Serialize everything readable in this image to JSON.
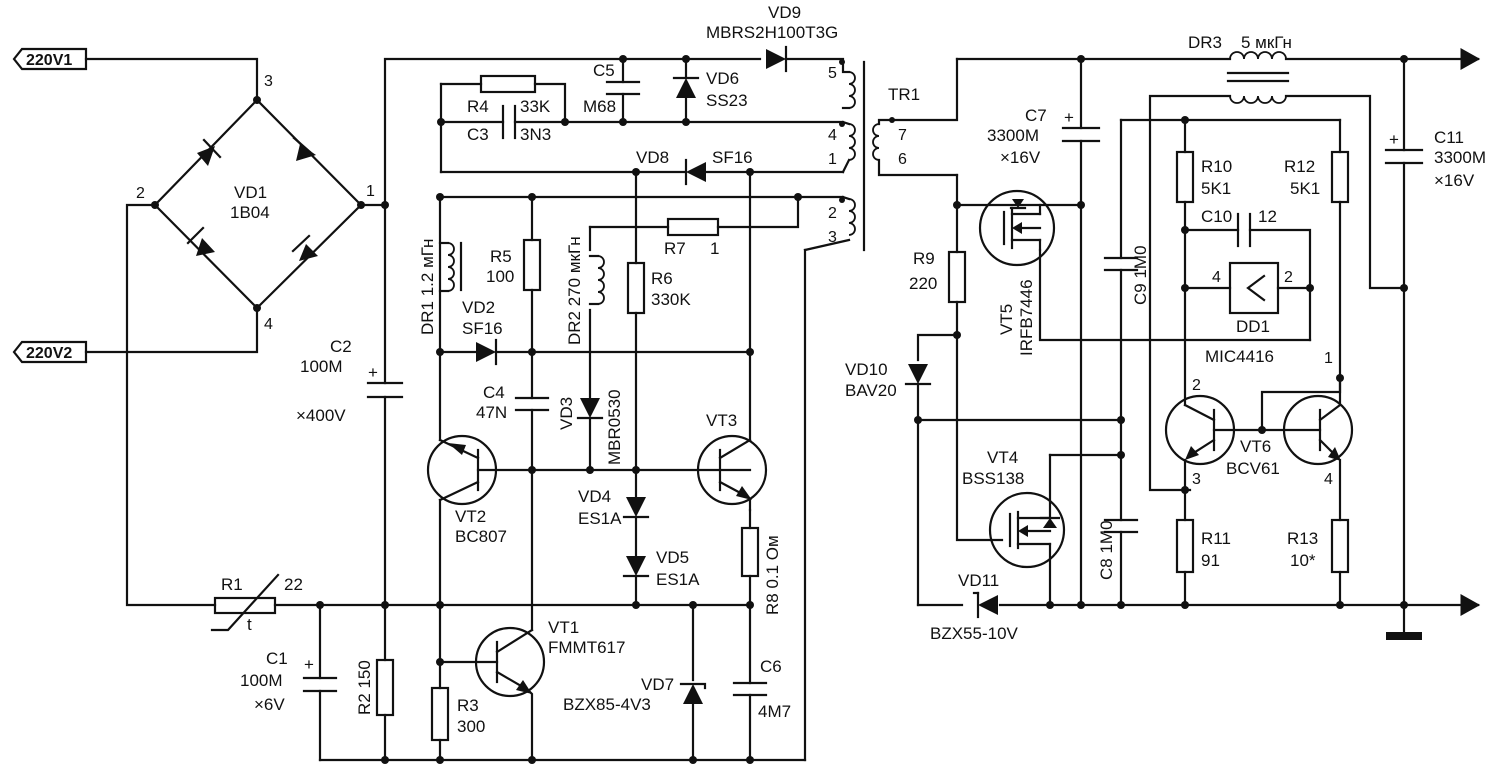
{
  "ports": {
    "in1": "220V1",
    "in2": "220V2"
  },
  "labels": {
    "vd1_ref": "VD1",
    "vd1_val": "1B04",
    "bridge_p1": "1",
    "bridge_p2": "2",
    "bridge_p3": "3",
    "bridge_p4": "4",
    "c2_ref": "C2",
    "c2_val": "100M",
    "c2_volt": "×400V",
    "r1_ref": "R1",
    "r1_val": "22",
    "r1_t": "t",
    "c1_ref": "C1",
    "c1_val": "100M",
    "c1_volt": "×6V",
    "r2": "R2  150",
    "r3_ref": "R3",
    "r3_val": "300",
    "vt1_ref": "VT1",
    "vt1_val": "FMMT617",
    "vd7_ref": "VD7",
    "vd7_val": "BZX85-4V3",
    "c6_ref": "C6",
    "c6_val": "4M7",
    "r8": "R8  0.1 Ом",
    "vd5_ref": "VD5",
    "vd5_val": "ES1A",
    "vd4_ref": "VD4",
    "vd4_val": "ES1A",
    "vt3_ref": "VT3",
    "vt2_ref": "VT2",
    "vt2_val": "BC807",
    "c4_ref": "C4",
    "c4_val": "47N",
    "vd3": "VD3",
    "vd3_val": "MBR0530",
    "dr1": "DR1  1.2 мГн",
    "dr2": "DR2  270 мкГн",
    "vd2_ref": "VD2",
    "vd2_val": "SF16",
    "r5_ref": "R5",
    "r5_val": "100",
    "r6_ref": "R6",
    "r6_val": "330K",
    "r7_ref": "R7",
    "r7_val": "1",
    "vd8_ref": "VD8",
    "vd8_val": "SF16",
    "r4_ref": "R4",
    "r4_val": "33K",
    "c3_ref": "C3",
    "c3_val": "3N3",
    "c5_ref": "C5",
    "c5_val": "M68",
    "vd6_ref": "VD6",
    "vd6_val": "SS23",
    "vd9_ref": "VD9",
    "vd9_val": "MBRS2H100T3G",
    "tr1": "TR1",
    "t_p5": "5",
    "t_p4": "4",
    "t_p1": "1",
    "t_p2": "2",
    "t_p3": "3",
    "t_p7": "7",
    "t_p6": "6",
    "dr3_ref": "DR3",
    "dr3_val": "5 мкГн",
    "c7_ref": "C7",
    "c7_val": "3300M",
    "c7_volt": "×16V",
    "c11_ref": "C11",
    "c11_val": "3300M",
    "c11_volt": "×16V",
    "r9_ref": "R9",
    "r9_val": "220",
    "vt5_ref": "VT5",
    "vt5_val": "IRFB7446",
    "c9": "C9  1M0",
    "r10_ref": "R10",
    "r10_val": "5K1",
    "r12_ref": "R12",
    "r12_val": "5K1",
    "c10_ref": "C10",
    "c10_val": "12",
    "dd1_p4": "4",
    "dd1_p2": "2",
    "dd1_ref": "DD1",
    "dd1_val": "MIC4416",
    "vd10_ref": "VD10",
    "vd10_val": "BAV20",
    "vt4_ref": "VT4",
    "vt4_val": "BSS138",
    "c8": "C8  1M0",
    "vt6_ref": "VT6",
    "vt6_val": "BCV61",
    "vt6_p1": "1",
    "vt6_p2": "2",
    "vt6_p3": "3",
    "vt6_p4": "4",
    "r11_ref": "R11",
    "r11_val": "91",
    "r13_ref": "R13",
    "r13_val": "10*",
    "vd11_ref": "VD11",
    "vd11_val": "BZX55-10V"
  }
}
